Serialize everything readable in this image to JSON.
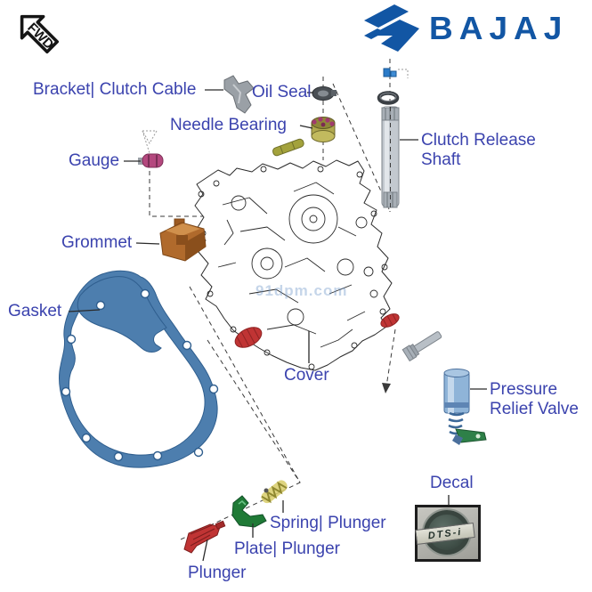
{
  "badge": {
    "label": "FWD"
  },
  "brand": {
    "name": "BAJAJ"
  },
  "watermark": {
    "text": "91dpm.com"
  },
  "parts": {
    "bracket_clutch_cable": {
      "label": "Bracket| Clutch Cable"
    },
    "oil_seal": {
      "label": "Oil Seal"
    },
    "needle_bearing": {
      "label": "Needle Bearing"
    },
    "gauge": {
      "label": "Gauge"
    },
    "grommet": {
      "label": "Grommet"
    },
    "gasket": {
      "label": "Gasket"
    },
    "cover": {
      "label": "Cover"
    },
    "clutch_release_shaft": {
      "label": "Clutch Release Shaft"
    },
    "pressure_relief_valve": {
      "label": "Pressure Relief Valve"
    },
    "decal": {
      "label": "Decal",
      "sticker_text": "DTS-i"
    },
    "spring_plunger": {
      "label": "Spring| Plunger"
    },
    "plate_plunger": {
      "label": "Plate| Plunger"
    },
    "plunger": {
      "label": "Plunger"
    }
  },
  "colors": {
    "label_text": "#3B43AE",
    "brand_blue": "#1256A4",
    "gasket_blue": "#4D7EAE",
    "grommet_brown": "#B06A2C",
    "plunger_red": "#C03434",
    "plate_green": "#1F7A36",
    "spring_yellow": "#D8CC6A",
    "valve_blue": "#6F9CC8",
    "bearing_olive": "#B0A84E",
    "gauge_magenta": "#B4487E",
    "shaft_gray": "#B9BFC5"
  }
}
